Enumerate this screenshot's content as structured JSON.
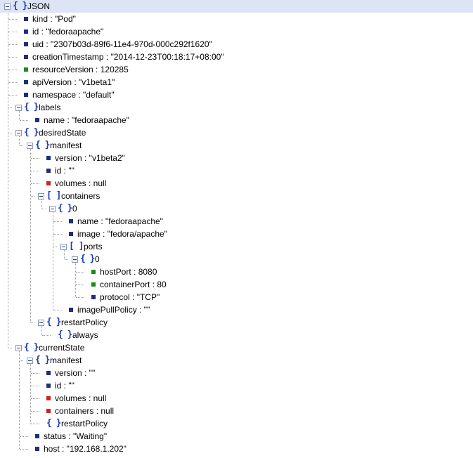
{
  "colors": {
    "string": "#1c2e7c",
    "number": "#1a8a1a",
    "null": "#d12020",
    "bracket": "#1f3cb0",
    "selected_row": "#dde4f6"
  },
  "nodes": [
    {
      "depth": 0,
      "kind": "object",
      "expanded": true,
      "label": "JSON",
      "selected": true
    },
    {
      "depth": 1,
      "kind": "string",
      "label": "kind : \"Pod\""
    },
    {
      "depth": 1,
      "kind": "string",
      "label": "id : \"fedoraapache\""
    },
    {
      "depth": 1,
      "kind": "string",
      "label": "uid : \"2307b03d-89f6-11e4-970d-000c292f1620\""
    },
    {
      "depth": 1,
      "kind": "string",
      "label": "creationTimestamp : \"2014-12-23T00:18:17+08:00\""
    },
    {
      "depth": 1,
      "kind": "number",
      "label": "resourceVersion : 120285"
    },
    {
      "depth": 1,
      "kind": "string",
      "label": "apiVersion : \"v1beta1\""
    },
    {
      "depth": 1,
      "kind": "string",
      "label": "namespace : \"default\""
    },
    {
      "depth": 1,
      "kind": "object",
      "expanded": true,
      "label": "labels"
    },
    {
      "depth": 2,
      "kind": "string",
      "label": "name : \"fedoraapache\""
    },
    {
      "depth": 1,
      "kind": "object",
      "expanded": true,
      "label": "desiredState"
    },
    {
      "depth": 2,
      "kind": "object",
      "expanded": true,
      "label": "manifest"
    },
    {
      "depth": 3,
      "kind": "string",
      "label": "version : \"v1beta2\""
    },
    {
      "depth": 3,
      "kind": "string",
      "label": "id : \"\""
    },
    {
      "depth": 3,
      "kind": "null",
      "label": "volumes : null"
    },
    {
      "depth": 3,
      "kind": "array",
      "expanded": true,
      "label": "containers"
    },
    {
      "depth": 4,
      "kind": "object",
      "expanded": true,
      "label": "0"
    },
    {
      "depth": 5,
      "kind": "string",
      "label": "name : \"fedoraapache\""
    },
    {
      "depth": 5,
      "kind": "string",
      "label": "image : \"fedora/apache\""
    },
    {
      "depth": 5,
      "kind": "array",
      "expanded": true,
      "label": "ports"
    },
    {
      "depth": 6,
      "kind": "object",
      "expanded": true,
      "label": "0"
    },
    {
      "depth": 7,
      "kind": "number",
      "label": "hostPort : 8080"
    },
    {
      "depth": 7,
      "kind": "number",
      "label": "containerPort : 80"
    },
    {
      "depth": 7,
      "kind": "string",
      "label": "protocol : \"TCP\""
    },
    {
      "depth": 5,
      "kind": "string",
      "label": "imagePullPolicy : \"\""
    },
    {
      "depth": 3,
      "kind": "object",
      "expanded": true,
      "label": "restartPolicy"
    },
    {
      "depth": 4,
      "kind": "object",
      "expanded": false,
      "label": "always"
    },
    {
      "depth": 1,
      "kind": "object",
      "expanded": true,
      "label": "currentState"
    },
    {
      "depth": 2,
      "kind": "object",
      "expanded": true,
      "label": "manifest"
    },
    {
      "depth": 3,
      "kind": "string",
      "label": "version : \"\""
    },
    {
      "depth": 3,
      "kind": "string",
      "label": "id : \"\""
    },
    {
      "depth": 3,
      "kind": "null",
      "label": "volumes : null"
    },
    {
      "depth": 3,
      "kind": "null",
      "label": "containers : null"
    },
    {
      "depth": 3,
      "kind": "object",
      "expanded": false,
      "label": "restartPolicy"
    },
    {
      "depth": 2,
      "kind": "string",
      "label": "status : \"Waiting\""
    },
    {
      "depth": 2,
      "kind": "string",
      "label": "host : \"192.168.1.202\""
    }
  ]
}
